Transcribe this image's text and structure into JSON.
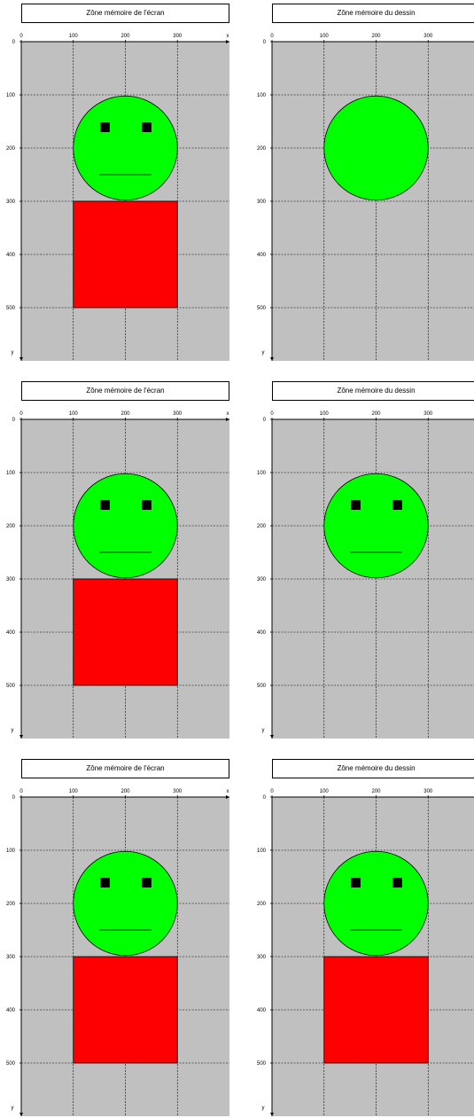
{
  "panels": [
    {
      "title": "Zône mémoire de l'écran",
      "shapes": [
        "head",
        "eyes",
        "mouth",
        "body"
      ]
    },
    {
      "title": "Zône mémoire du dessin",
      "shapes": [
        "head"
      ]
    },
    {
      "title": "Zône mémoire de l'écran",
      "shapes": [
        "head",
        "eyes",
        "mouth",
        "body"
      ]
    },
    {
      "title": "Zône mémoire du dessin",
      "shapes": [
        "head",
        "eyes",
        "mouth"
      ]
    },
    {
      "title": "Zône mémoire de l'écran",
      "shapes": [
        "head",
        "eyes",
        "mouth",
        "body"
      ]
    },
    {
      "title": "Zône mémoire du dessin",
      "shapes": [
        "head",
        "eyes",
        "mouth",
        "body"
      ]
    }
  ],
  "axes": {
    "x_label": "x",
    "y_label": "y",
    "x_ticks": [
      "0",
      "100",
      "200",
      "300"
    ],
    "y_ticks": [
      "0",
      "100",
      "200",
      "300",
      "400",
      "500"
    ]
  },
  "colors": {
    "background": "#c0c0c0",
    "head": "#00ff00",
    "body": "#ff0000",
    "eyes": "#000000",
    "grid": "#000000"
  }
}
